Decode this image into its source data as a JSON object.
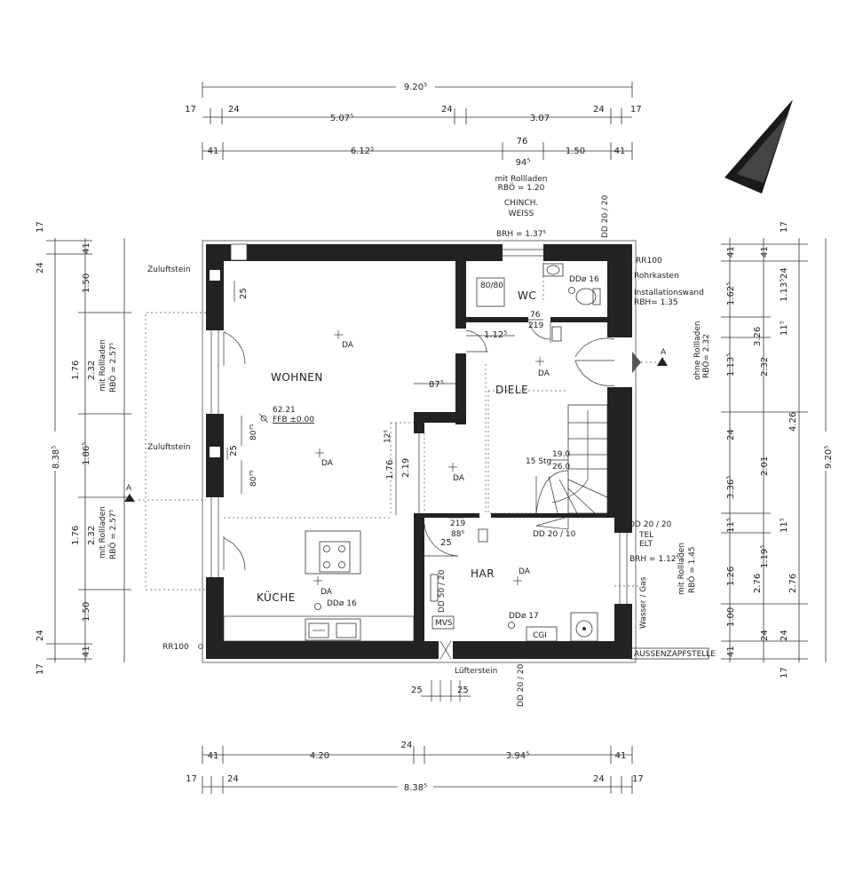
{
  "dims": {
    "top_total": "9.20⁵",
    "top_a_17": "17",
    "top_a_24": "24",
    "top_a_5075": "5.07⁵",
    "top_a_24b": "24",
    "top_a_307": "3.07",
    "top_a_24c": "24",
    "top_a_17b": "17",
    "top_b_41": "41",
    "top_b_6125": "6.12⁵",
    "top_b_76": "76",
    "top_b_945": "94⁵",
    "top_b_150": "1.50",
    "top_b_41b": "41",
    "bot_41": "41",
    "bot_420": "4.20",
    "bot_24": "24",
    "bot_3945": "3.94⁵",
    "bot_41b": "41",
    "bot_17": "17",
    "bot_24b": "24",
    "bot_total": "8.38⁵",
    "bot_24c": "24",
    "bot_17b": "17",
    "lft_17": "17",
    "lft_24": "24",
    "lft_41": "41",
    "lft_150": "1.50",
    "lft_176": "1.76",
    "lft_232": "2.32",
    "lft_1865": "1.86⁵",
    "lft_176b": "1.76",
    "lft_232b": "2.32",
    "lft_150b": "1.50",
    "lft_41b": "41",
    "lft_24b": "24",
    "lft_17b": "17",
    "lft_total": "8.38⁵",
    "rgt_17": "17",
    "rgt_24": "24",
    "rgt_41": "41",
    "rgt_1625": "1.62⁵",
    "rgt_1135": "1.13⁵",
    "rgt_11": "11⁵",
    "rgt_326": "3.26",
    "rgt_1135b": "1.13⁵",
    "rgt_232": "2.32",
    "rgt_24b": "24",
    "rgt_426": "4.26",
    "rgt_3365": "3.36⁵",
    "rgt_201": "2.01",
    "rgt_11b": "11⁵",
    "rgt_11c": "11⁵",
    "rgt_1195": "1.19⁵",
    "rgt_126": "1.26",
    "rgt_276": "2.76",
    "rgt_276b": "2.76",
    "rgt_100": "1.00",
    "rgt_24c": "24",
    "rgt_24d": "24",
    "rgt_41b": "41",
    "rgt_41c": "41",
    "rgt_17b": "17",
    "rgt_total": "9.20⁵"
  },
  "labels": {
    "mit_rolladen_top": "mit Rollladen",
    "rbo_top": "RBÖ = 1.20",
    "chinch": "CHINCH.",
    "weiss": "WEISS",
    "brh_top": "BRH = 1.37⁵",
    "dd_top_right": "DD 20 / 20",
    "rr100_top": "RR100",
    "rohrkasten": "Rohrkasten",
    "installationswand": "Installationswand",
    "rbh": "RBH= 1.35",
    "ohne_rolladen": "ohne Rollladen",
    "rbo_right": "RBÖ= 2.32",
    "zuluftstein_1": "Zuluftstein",
    "zuluftstein_2": "Zuluftstein",
    "mit_rolladen_l1": "mit Rollladen",
    "rbo_l1": "RBÖ = 2.57⁵",
    "mit_rolladen_l2": "mit Rollladen",
    "rbo_l2": "RBÖ = 2.57⁵",
    "rr100_bottom": "RR100",
    "luefterstein": "Lüfterstein",
    "dd_bottom": "DD 20 / 20",
    "dd_right_mid": "DD 20 / 20",
    "tel": "TEL",
    "elt": "ELT",
    "brh_right": "BRH = 1.12⁵",
    "mit_rolladen_r": "mit Rollladen",
    "rbo_r": "RBÖ = 1.45",
    "wasser_gas": "Wasser / Gas",
    "aussenzapf": "AUSSENZAPFSTELLE",
    "dd_50": "DD 50 / 20",
    "mvs": "MVS",
    "cgi": "CGI",
    "dd_stairs": "DD 20 / 10",
    "dd16_wc": "DDø 16",
    "dd16_kueche": "DDø 16",
    "dd17": "DDø 17",
    "shower": "80/80",
    "dim_76": "76",
    "dim_219": "219",
    "dim_885": "88⁵",
    "dim_219b": "219",
    "dim_1125": "1.12⁵",
    "dim_875": "87⁵",
    "dim_125": "12⁵",
    "dim_176": "1.76",
    "dim_219c": "2.19",
    "dim_25a": "25",
    "dim_25b": "25",
    "dim_25c": "25",
    "dim_25d": "25",
    "dim_25e": "25",
    "dim_805a": "80⁷⁵",
    "dim_805b": "80⁷⁵",
    "area": "62.21",
    "ffb": "FFB ±0.00",
    "stairs_1": "15 Stg",
    "stairs_2": "19.0",
    "stairs_3": "26.0",
    "section_a": "A",
    "section_a2": "A",
    "da": "DA"
  },
  "rooms": {
    "wohnen": "WOHNEN",
    "kueche": "KÜCHE",
    "wc": "WC",
    "diele": "DIELE",
    "har": "HAR"
  }
}
